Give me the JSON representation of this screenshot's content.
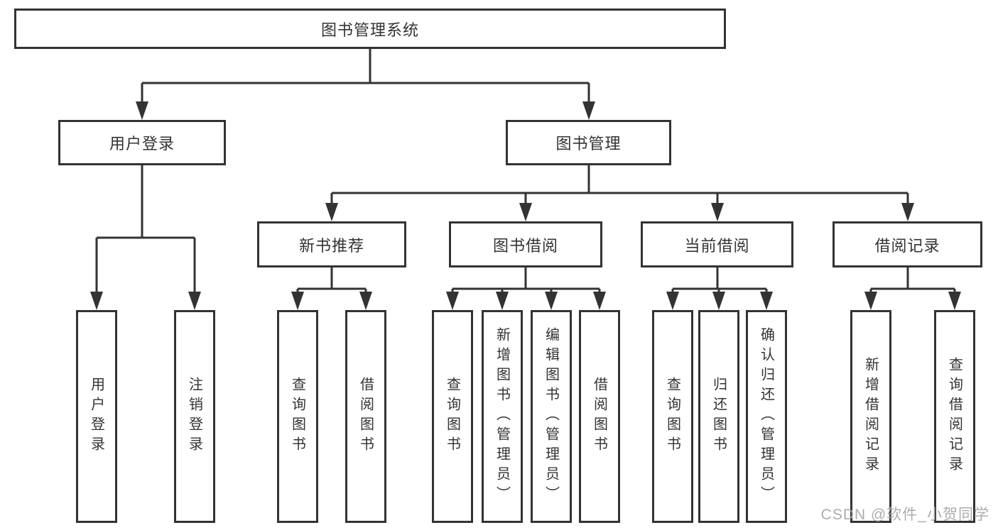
{
  "tree": {
    "label": "图书管理系统",
    "children": [
      {
        "label": "用户登录",
        "children": [
          {
            "label": "用户登录"
          },
          {
            "label": "注销登录"
          }
        ]
      },
      {
        "label": "图书管理",
        "children": [
          {
            "label": "新书推荐",
            "children": [
              {
                "label": "查询图书"
              },
              {
                "label": "借阅图书"
              }
            ]
          },
          {
            "label": "图书借阅",
            "children": [
              {
                "label": "查询图书"
              },
              {
                "label": "新增图书（管理员）"
              },
              {
                "label": "编辑图书（管理员）"
              },
              {
                "label": "借阅图书"
              }
            ]
          },
          {
            "label": "当前借阅",
            "children": [
              {
                "label": "查询图书"
              },
              {
                "label": "归还图书"
              },
              {
                "label": "确认归还（管理员）"
              }
            ]
          },
          {
            "label": "借阅记录",
            "children": [
              {
                "label": "新增借阅记录"
              },
              {
                "label": "查询借阅记录"
              }
            ]
          }
        ]
      }
    ]
  },
  "watermark": {
    "text": "CSDN @软件_小贺同学"
  },
  "colors": {
    "line": "#333333",
    "text": "#333333",
    "background": "#ffffff",
    "watermark": "#a5a5a5"
  }
}
